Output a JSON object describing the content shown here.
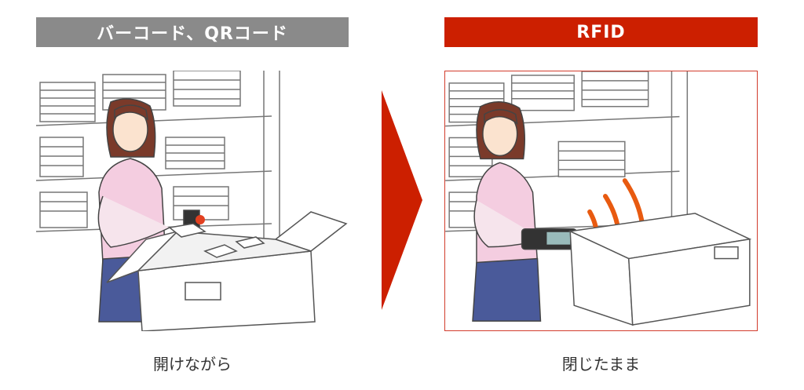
{
  "left": {
    "heading": "バーコード、QRコード",
    "caption": "開けながら",
    "heading_color": "#8a8a8a"
  },
  "right": {
    "heading": "RFID",
    "caption": "閉じたまま",
    "heading_color": "#cc1f00"
  },
  "arrow": {
    "icon": "right-triangle-arrow-icon",
    "color": "#cc1f00"
  },
  "colors": {
    "wave": "#e85a10",
    "vest": "#f4cde0",
    "hair": "#7a3a2a",
    "skirt": "#4a5a9a"
  }
}
